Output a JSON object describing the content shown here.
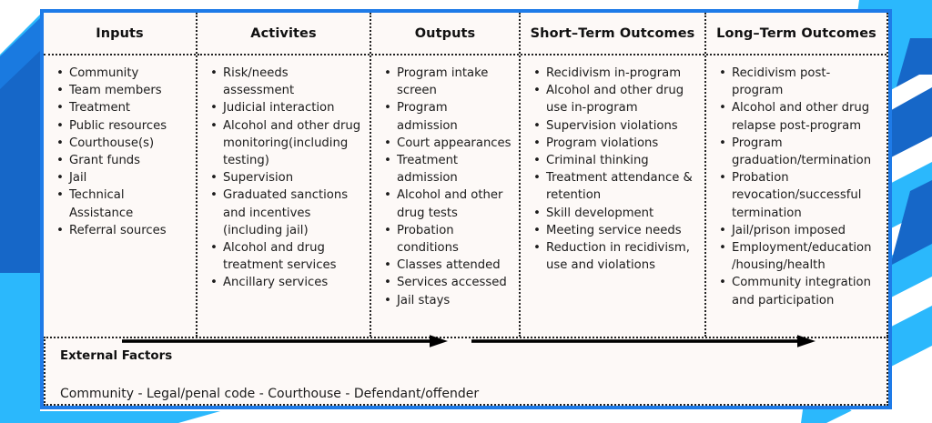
{
  "colors": {
    "frame_border": "#1E7BE8",
    "panel_background": "#FDF9F7",
    "accent_light_blue": "#2BB8FC",
    "accent_mid_blue": "#1A7AE0",
    "accent_dark_blue": "#1667C8",
    "text": "#1b1b1b",
    "divider": "#222222"
  },
  "columns": [
    {
      "header": "Inputs",
      "items": [
        "Community",
        "Team members",
        "Treatment",
        "Public resources",
        "Courthouse(s)",
        "Grant funds",
        "Jail",
        "Technical Assistance",
        "Referral sources"
      ]
    },
    {
      "header": "Activites",
      "items": [
        "Risk/needs assessment",
        "Judicial interaction",
        "Alcohol and other drug monitoring(including testing)",
        "Supervision",
        "Graduated sanctions and incentives (including jail)",
        "Alcohol and drug treatment services",
        "Ancillary services"
      ]
    },
    {
      "header": "Outputs",
      "items": [
        "Program intake screen",
        "Program admission",
        "Court appearances",
        "Treatment admission",
        "Alcohol and other drug tests",
        "Probation conditions",
        "Classes attended",
        "Services accessed",
        "Jail stays"
      ]
    },
    {
      "header": "Short–Term Outcomes",
      "items": [
        "Recidivism in-program",
        "Alcohol and other drug use in-program",
        "Supervision violations",
        "Program violations",
        "Criminal thinking",
        "Treatment attendance & retention",
        "Skill development",
        "Meeting service needs",
        "Reduction in recidivism, use and violations"
      ]
    },
    {
      "header": "Long–Term Outcomes",
      "items": [
        "Recidivism post-program",
        "Alcohol and other drug relapse post-program",
        "Program graduation/termination",
        "Probation revocation/successful termination",
        "Jail/prison imposed",
        "Employment/education /housing/health",
        "Community integration and participation"
      ]
    }
  ],
  "external_factors": {
    "title": "External Factors",
    "text": "Community - Legal/penal code - Courthouse - Defendant/offender"
  },
  "flow_arrows": [
    {
      "name": "arrow-inputs-to-outputs"
    },
    {
      "name": "arrow-outcomes-to-long-term"
    }
  ]
}
